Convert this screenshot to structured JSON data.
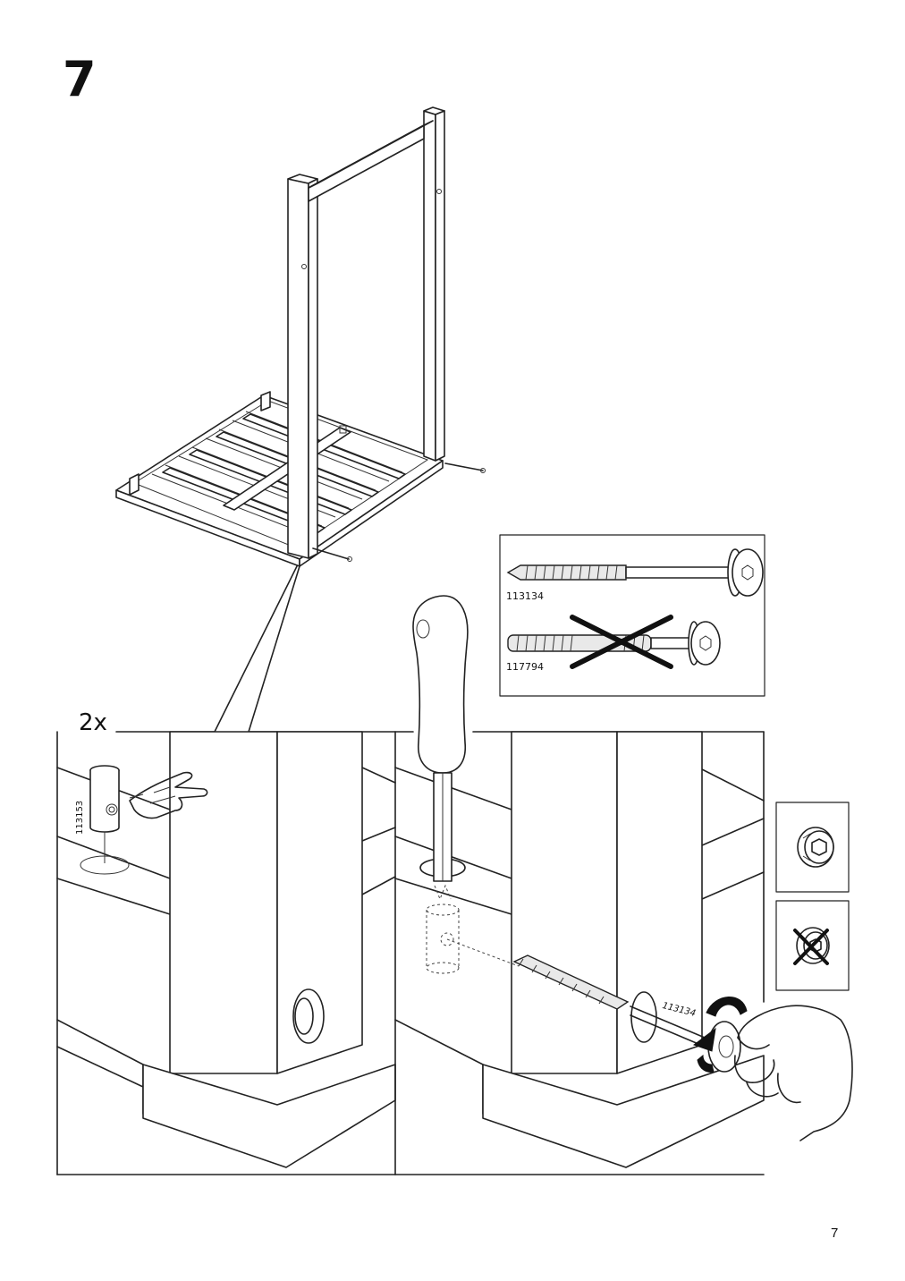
{
  "step": {
    "number": "7"
  },
  "detail": {
    "quantity": "2x"
  },
  "parts": {
    "barrel_nut": "113153",
    "bolt_correct": "113134",
    "bolt_wrong": "117794",
    "bolt_on_drawing": "113134"
  },
  "page": {
    "number": "7"
  },
  "icons": [
    "bench-frame-illustration",
    "barrel-nut-icon",
    "pointing-hand-icon",
    "screwdriver-icon",
    "bolt-icon",
    "rotate-arrow-icon",
    "hand-icon",
    "cross-icon",
    "bolt-head-correct-icon",
    "bolt-head-wrong-icon"
  ]
}
